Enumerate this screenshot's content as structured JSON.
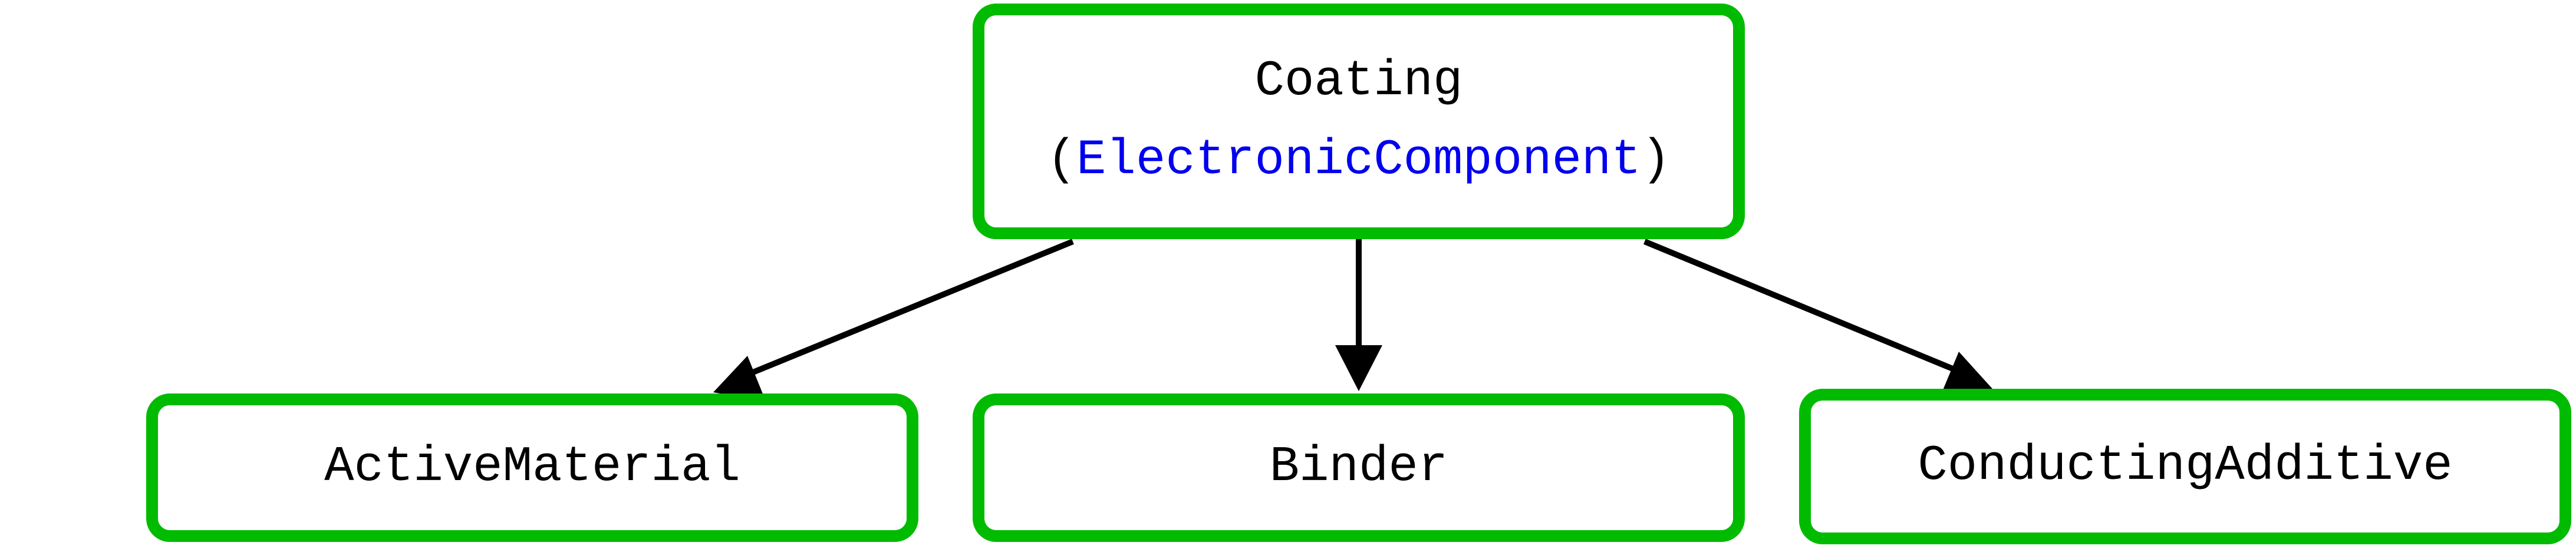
{
  "colors": {
    "node_border": "#00bb00",
    "type_text": "#0000ee",
    "edge": "#000000",
    "text": "#000000"
  },
  "nodes": {
    "coating": {
      "label": "Coating",
      "type_open": "(",
      "type_name": "ElectronicComponent",
      "type_close": ")"
    },
    "active_material": {
      "label": "ActiveMaterial"
    },
    "binder": {
      "label": "Binder"
    },
    "conducting_additive": {
      "label": "ConductingAdditive"
    }
  },
  "edges": [
    {
      "from": "coating",
      "to": "active_material"
    },
    {
      "from": "coating",
      "to": "binder"
    },
    {
      "from": "coating",
      "to": "conducting_additive"
    }
  ]
}
